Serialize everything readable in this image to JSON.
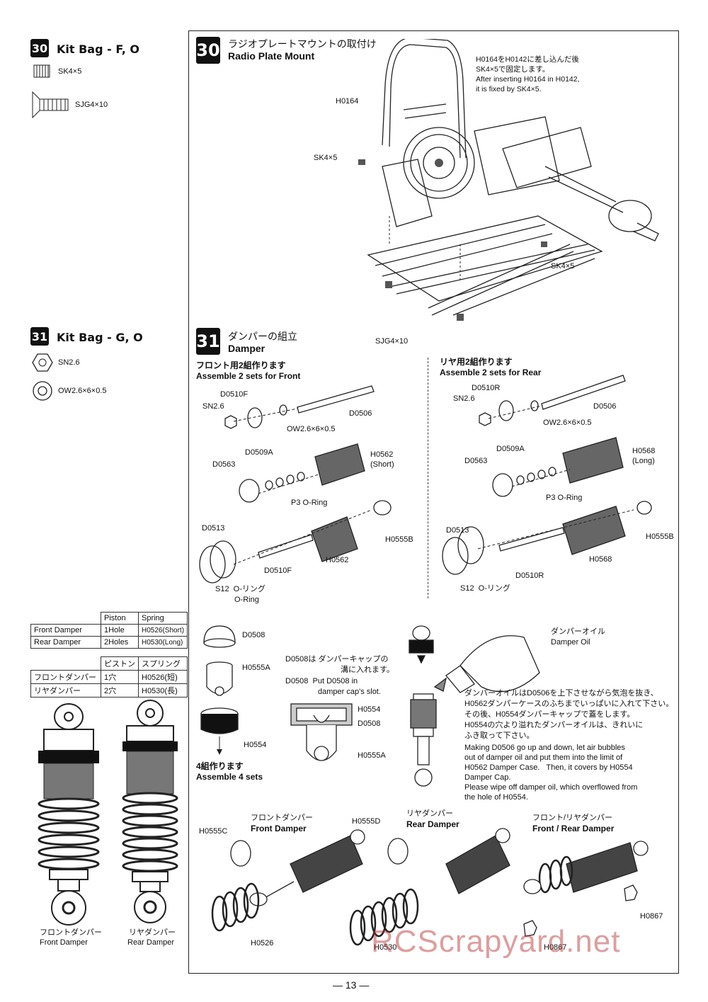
{
  "left": {
    "step30": {
      "num": "30",
      "bag": "Kit Bag - F, O",
      "parts": [
        "SK4×5",
        "SJG4×10"
      ]
    },
    "step31": {
      "num": "31",
      "bag": "Kit Bag - G, O",
      "parts": [
        "SN2.6",
        "OW2.6×6×0.5"
      ]
    },
    "table_en": {
      "headers": [
        "",
        "Piston",
        "Spring"
      ],
      "rows": [
        [
          "Front Damper",
          "1Hole",
          "H0526(Short)"
        ],
        [
          "Rear Damper",
          "2Holes",
          "H0530(Long)"
        ]
      ]
    },
    "table_jp": {
      "headers": [
        "",
        "ピストン",
        "スプリング"
      ],
      "rows": [
        [
          "フロントダンパー",
          "1穴",
          "H0526(短)"
        ],
        [
          "リヤダンパー",
          "2穴",
          "H0530(長)"
        ]
      ]
    },
    "front_caption_jp": "フロントダンパー",
    "front_caption_en": "Front Damper",
    "rear_caption_jp": "リヤダンパー",
    "rear_caption_en": "Rear Damper"
  },
  "step30": {
    "num": "30",
    "title_jp": "ラジオプレートマウントの取付け",
    "title_en": "Radio Plate Mount",
    "note_jp1": "H0164をH0142に差し込んだ後",
    "note_jp2": "SK4×5で固定します。",
    "note_en1": "After inserting H0164 in H0142,",
    "note_en2": "it is fixed by SK4×5.",
    "labels": {
      "h0164": "H0164",
      "sk_left": "SK4×5",
      "sk_right": "SK4×5",
      "sjg": "SJG4×10"
    }
  },
  "step31": {
    "num": "31",
    "title_jp": "ダンパーの組立",
    "title_en": "Damper",
    "front": {
      "head_jp": "フロント用2組作ります",
      "head_en": "Assemble 2 sets for Front",
      "labels": {
        "d0510": "D0510F",
        "sn": "SN2.6",
        "d0506": "D0506",
        "ow": "OW2.6×6×0.5",
        "d0509a": "D0509A",
        "d0563": "D0563",
        "case": "H0562",
        "case_note": "(Short)",
        "p3": "P3 O-Ring",
        "d0513": "D0513",
        "h0555b": "H0555B",
        "d0510b": "D0510F",
        "case2": "H0562",
        "s12": "S12  O-リング",
        "oring": "O-Ring"
      }
    },
    "rear": {
      "head_jp": "リヤ用2組作ります",
      "head_en": "Assemble 2 sets for Rear",
      "labels": {
        "d0510": "D0510R",
        "sn": "SN2.6",
        "d0506": "D0506",
        "ow": "OW2.6×6×0.5",
        "d0509a": "D0509A",
        "d0563": "D0563",
        "case": "H0568",
        "case_note": "(Long)",
        "p3": "P3 O-Ring",
        "d0513": "D0513",
        "h0555b": "H0555B",
        "d0510b": "D0510R",
        "case2": "H0568",
        "s12": "S12  O-リング"
      }
    },
    "cap": {
      "d0508": "D0508",
      "h0555a": "H0555A",
      "h0554": "H0554",
      "sets_jp": "4組作ります",
      "sets_en": "Assemble 4 sets",
      "note_jp1": "D0508は ダンパーキャップの",
      "note_jp2": "溝に入れます。",
      "note_en1": "D0508  Put D0508 in",
      "note_en2": "damper cap's slot.",
      "c_h0554": "H0554",
      "c_d0508": "D0508",
      "c_h0555a": "H0555A"
    },
    "oil": {
      "label_jp": "ダンパーオイル",
      "label_en": "Damper Oil",
      "jp1": "ダンパーオイルはD0506を上下させながら気泡を抜き、",
      "jp2": "H0562ダンパーケースのふちまでいっぱいに入れて下さい。",
      "jp3": "その後、H0554ダンパーキャップで蓋をします。",
      "jp4": "H0554の穴より溢れたダンパーオイルは、きれいに",
      "jp5": "ふき取って下さい。",
      "en1": "Making D0506 go up and down, let air bubbles",
      "en2": "out of damper oil and put them into the limit of",
      "en3": "H0562 Damper Case.   Then, it covers by H0554",
      "en4": "Damper Cap.",
      "en5": "Please wipe off damper oil, which overflowed from",
      "en6": "the hole of H0554."
    },
    "final": {
      "front_jp": "フロントダンパー",
      "front_en": "Front Damper",
      "rear_jp": "リヤダンパー",
      "rear_en": "Rear Damper",
      "both_jp": "フロント/リヤダンパー",
      "both_en": "Front / Rear Damper",
      "h0555c": "H0555C",
      "h0526": "H0526",
      "h0555d": "H0555D",
      "h0530": "H0530",
      "h0867a": "H0867",
      "h0867b": "H0867"
    }
  },
  "page_number": "— 13 —",
  "watermark": "RCScrapyard.net"
}
